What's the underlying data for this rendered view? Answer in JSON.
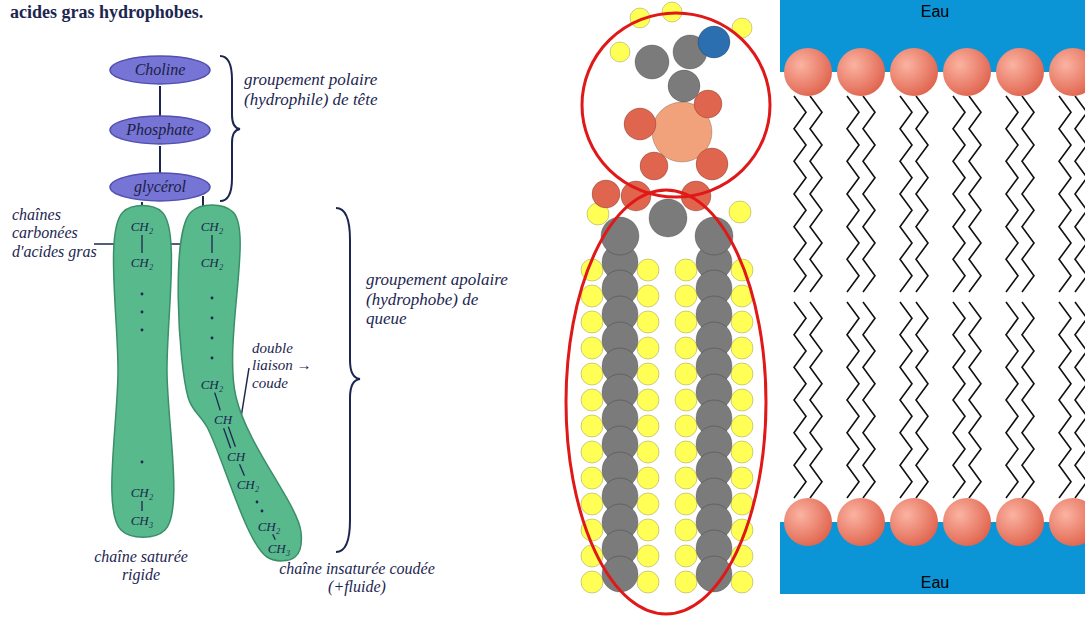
{
  "diagram": {
    "nodes": [
      {
        "text": [
          "Choline"
        ]
      },
      {
        "text": [
          "Phosphate"
        ]
      },
      {
        "text": [
          "glycérol"
        ]
      },
      {
        "text": [
          "CH₂",
          "CH₂",
          "CH₂",
          "CH₃"
        ]
      },
      {
        "text": [
          "CH₂",
          "CH₂",
          "CH₂",
          "CH",
          "CH",
          "CH₂",
          "CH₂",
          "CH₃"
        ]
      }
    ],
    "edges": [
      {
        "from": 0,
        "to": 1,
        "arrow": "none"
      },
      {
        "from": 1,
        "to": 2,
        "arrow": "none"
      },
      {
        "from": 2,
        "to": 3,
        "arrow": "none"
      },
      {
        "from": 2,
        "to": 4,
        "arrow": "none"
      }
    ],
    "labels": [
      "acides gras hydrophobes.",
      "groupement polaire (hydrophile) de tête",
      "chaînes carbonées d'acides gras",
      "double liaison → coude",
      "groupement apolaire (hydrophobe) de queue",
      "chaîne saturée rigide",
      "chaîne insaturée coudée (+fluide)",
      "Eau",
      "Eau"
    ]
  }
}
